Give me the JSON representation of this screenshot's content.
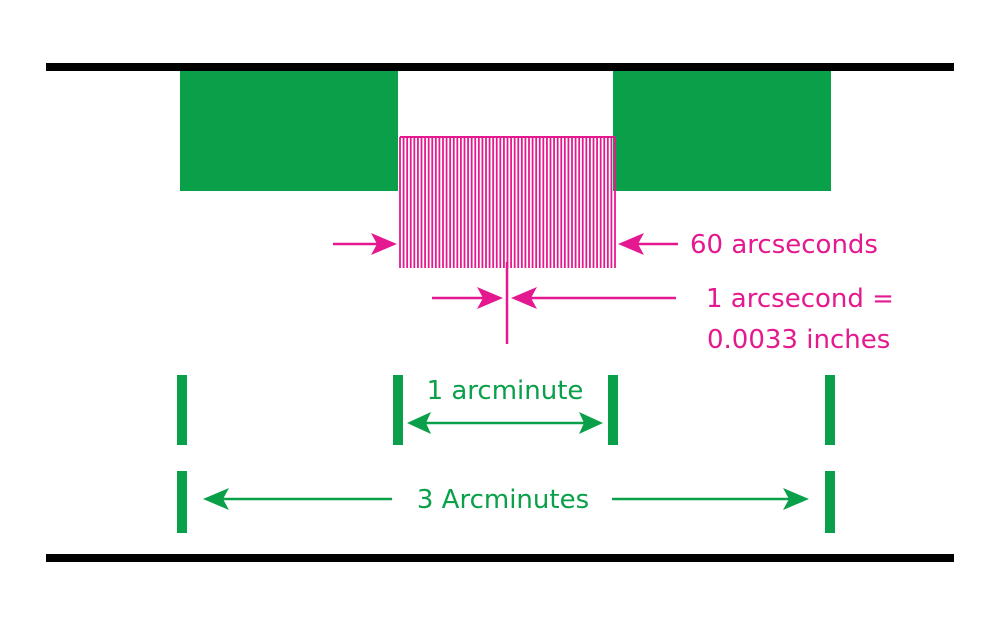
{
  "colors": {
    "green": "#0aa04a",
    "magenta": "#e5198f",
    "black": "#000000"
  },
  "labels": {
    "sixty_arcseconds": "60 arcseconds",
    "one_arcsecond_line1": "1 arcsecond =",
    "one_arcsecond_line2": "0.0033 inches",
    "one_arcminute": "1 arcminute",
    "three_arcminutes": "3 Arcminutes"
  },
  "diagram": {
    "arcseconds_per_arcminute": 60,
    "arcminutes_total": 3,
    "inches_per_arcsecond": 0.0033
  }
}
